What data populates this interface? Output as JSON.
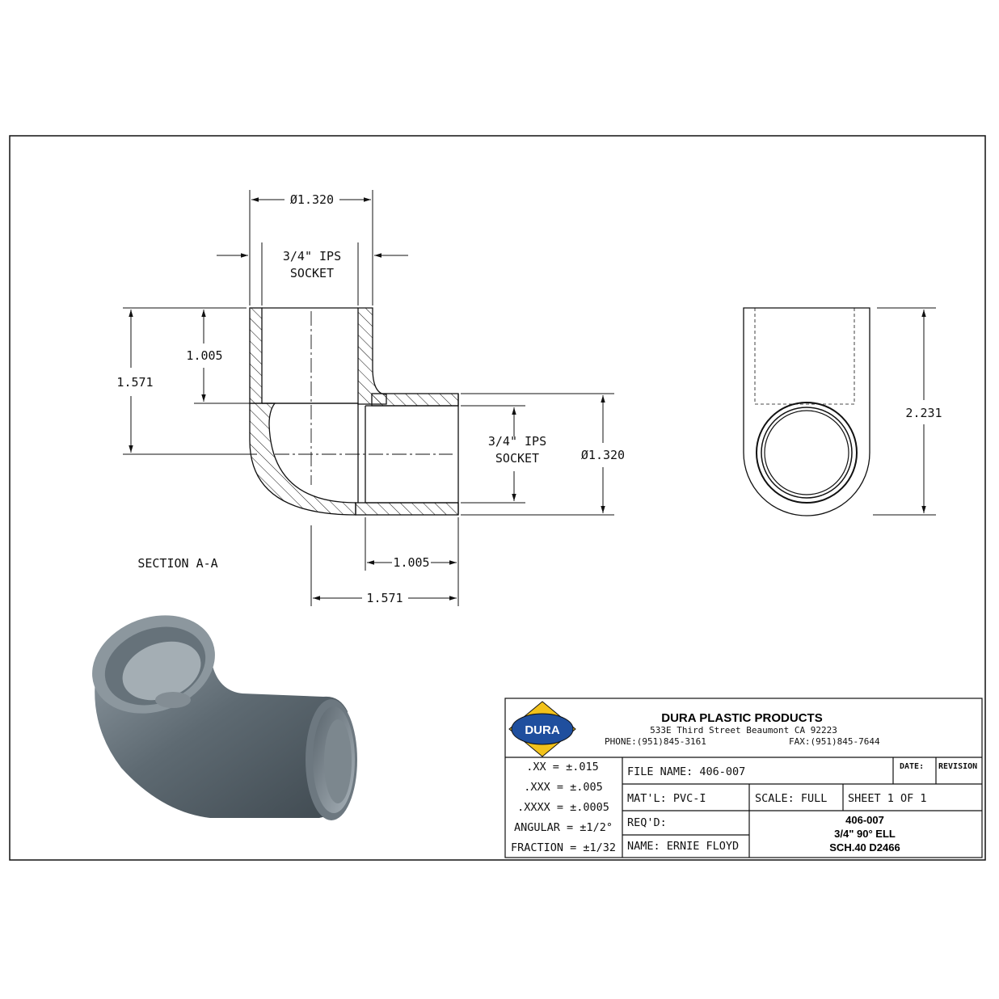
{
  "drawing": {
    "socket_label_line1": "3/4\" IPS",
    "socket_label_line2": "SOCKET",
    "dim_top_diameter": "Ø1.320",
    "dim_right_diameter": "Ø1.320",
    "dim_vertical_overall": "1.571",
    "dim_vertical_socket": "1.005",
    "dim_horizontal_socket": "1.005",
    "dim_horizontal_overall": "1.571",
    "dim_side_height": "2.231",
    "section_label": "SECTION  A-A"
  },
  "title_block": {
    "logo_text": "DURA",
    "company": "DURA PLASTIC PRODUCTS",
    "address": "533E Third Street Beaumont CA 92223",
    "phone": "PHONE:(951)845-3161",
    "fax": "FAX:(951)845-7644",
    "tolerances": [
      ".XX = ±.015",
      ".XXX = ±.005",
      ".XXXX = ±.0005",
      "ANGULAR = ±1/2°",
      "FRACTION = ±1/32"
    ],
    "file_name": "FILE NAME: 406-007",
    "date_label": "DATE:",
    "revision_label": "REVISION",
    "material": "MAT'L: PVC-I",
    "scale": "SCALE: FULL",
    "sheet": "SHEET 1 OF 1",
    "reqd": "REQ'D:",
    "name": "NAME: ERNIE FLOYD",
    "part_number": "406-007",
    "part_desc": "3/4\" 90° ELL",
    "part_spec": "SCH.40   D2466"
  },
  "colors": {
    "line": "#111111",
    "logo_blue": "#1f4f9e",
    "logo_yellow": "#f2c21b",
    "pvc_gray": "#5f6b73"
  }
}
